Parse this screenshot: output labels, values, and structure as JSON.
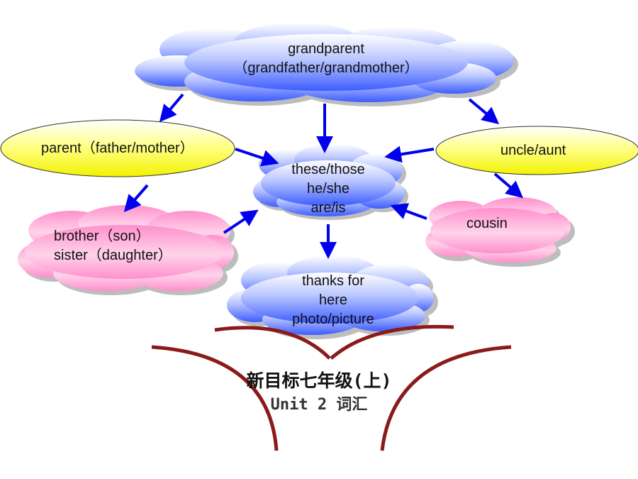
{
  "nodes": {
    "grandparent": {
      "line1": "grandparent",
      "line2": "（grandfather/grandmother）"
    },
    "parent": {
      "label": "parent（father/mother）"
    },
    "uncle_aunt": {
      "label": "uncle/aunt"
    },
    "center": {
      "line1": "these/those",
      "line2": "he/she",
      "line3": "are/is"
    },
    "siblings": {
      "line1": "brother（son）",
      "line2": "sister（daughter）"
    },
    "cousin": {
      "label": "cousin"
    },
    "thanks": {
      "line1": "thanks for",
      "line2": "here",
      "line3": "photo/picture"
    }
  },
  "caption": {
    "line1": "新目标七年级(上)",
    "line2": "Unit 2 词汇"
  },
  "colors": {
    "arrow": "#0000ee",
    "cloud_blue_light": "#ffffff",
    "cloud_blue_dark": "#3d5cff",
    "cloud_pink_light": "#ffffff",
    "cloud_pink_dark": "#ff8fcc",
    "ellipse_fill": "#ffff66",
    "book_arc": "#8b1a1a"
  }
}
